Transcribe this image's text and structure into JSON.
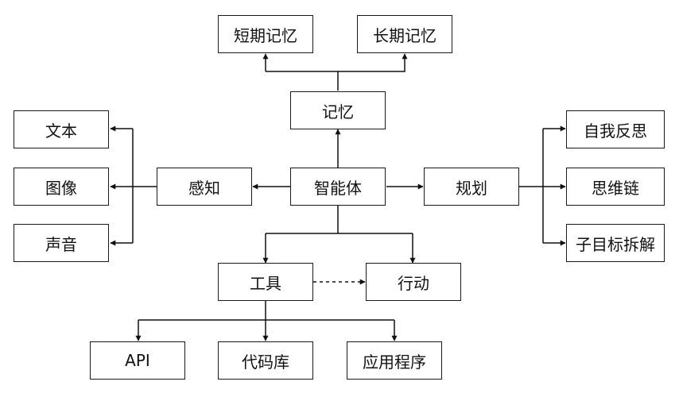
{
  "diagram": {
    "agent": "智能体",
    "memory": {
      "label": "记忆",
      "short_term": "短期记忆",
      "long_term": "长期记忆"
    },
    "perception": {
      "label": "感知",
      "text": "文本",
      "image": "图像",
      "audio": "声音"
    },
    "planning": {
      "label": "规划",
      "self_reflection": "自我反思",
      "chain_of_thought": "思维链",
      "subgoal_decomposition": "子目标拆解"
    },
    "tools": {
      "label": "工具",
      "api": "API",
      "code_library": "代码库",
      "application": "应用程序"
    },
    "action": "行动"
  }
}
